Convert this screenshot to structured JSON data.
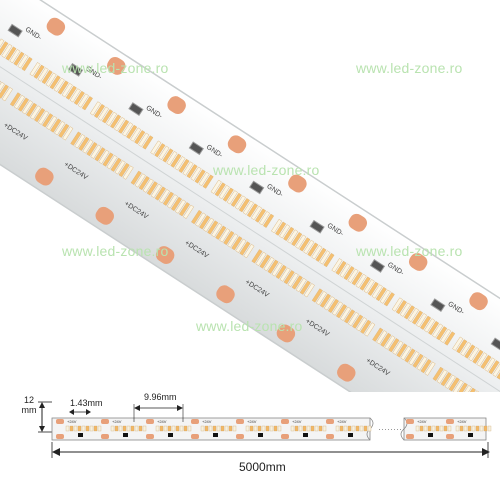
{
  "watermark": {
    "text": "www.led-zone.ro",
    "color": "#b9e3b0"
  },
  "strip_markings": {
    "positive": "+DC24V",
    "ground": "GND-"
  },
  "diagram": {
    "width_label": "12\nmm",
    "pad_gap_label": "1.43mm",
    "pitch_label": "9.96mm",
    "length_label": "5000mm",
    "segment_label": "+24V",
    "continuation": "·········"
  },
  "colors": {
    "pcb": "#eef0f0",
    "copper_pad": "#e8a07a",
    "led_warm": "#f5c070",
    "led_white": "#fbf5e4"
  }
}
